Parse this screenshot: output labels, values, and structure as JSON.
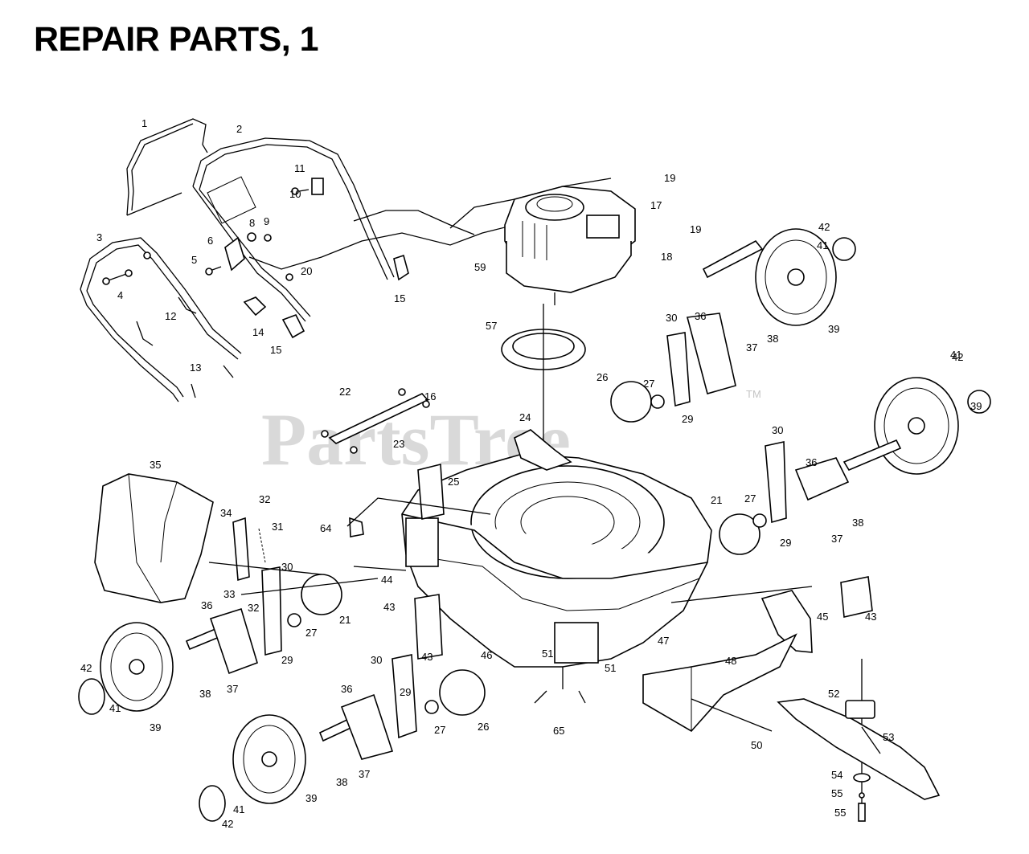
{
  "title": "REPAIR PARTS, 1",
  "watermark": {
    "text": "PartsTree",
    "tm": "TM"
  },
  "callouts": [
    "1",
    "2",
    "3",
    "4",
    "5",
    "6",
    "8",
    "9",
    "10",
    "11",
    "12",
    "13",
    "14",
    "15",
    "15",
    "16",
    "17",
    "18",
    "19",
    "19",
    "20",
    "21",
    "21",
    "22",
    "23",
    "24",
    "25",
    "26",
    "26",
    "27",
    "27",
    "27",
    "27",
    "29",
    "29",
    "29",
    "29",
    "30",
    "30",
    "30",
    "30",
    "31",
    "32",
    "32",
    "33",
    "34",
    "35",
    "36",
    "36",
    "36",
    "36",
    "37",
    "37",
    "37",
    "37",
    "38",
    "38",
    "38",
    "38",
    "39",
    "39",
    "39",
    "39",
    "41",
    "41",
    "41",
    "41",
    "42",
    "42",
    "42",
    "42",
    "43",
    "43",
    "43",
    "44",
    "45",
    "46",
    "47",
    "48",
    "50",
    "51",
    "51",
    "52",
    "53",
    "54",
    "55",
    "55",
    "57",
    "59",
    "64",
    "65"
  ]
}
